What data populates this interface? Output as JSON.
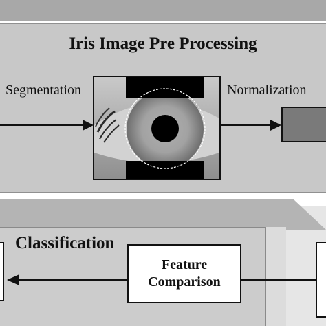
{
  "diagram": {
    "title": "Iris Image Pre Processing",
    "segmentation_label": "Segmentation",
    "normalization_label": "Normalization",
    "classification_label": "Classification",
    "feature_box": {
      "line1": "Feature",
      "line2": "Comparison"
    }
  },
  "colors": {
    "panel_fill": "#c8c8c8",
    "header_fill": "#a8a8a8",
    "box_fill": "#ffffff",
    "stroke": "#111111"
  }
}
